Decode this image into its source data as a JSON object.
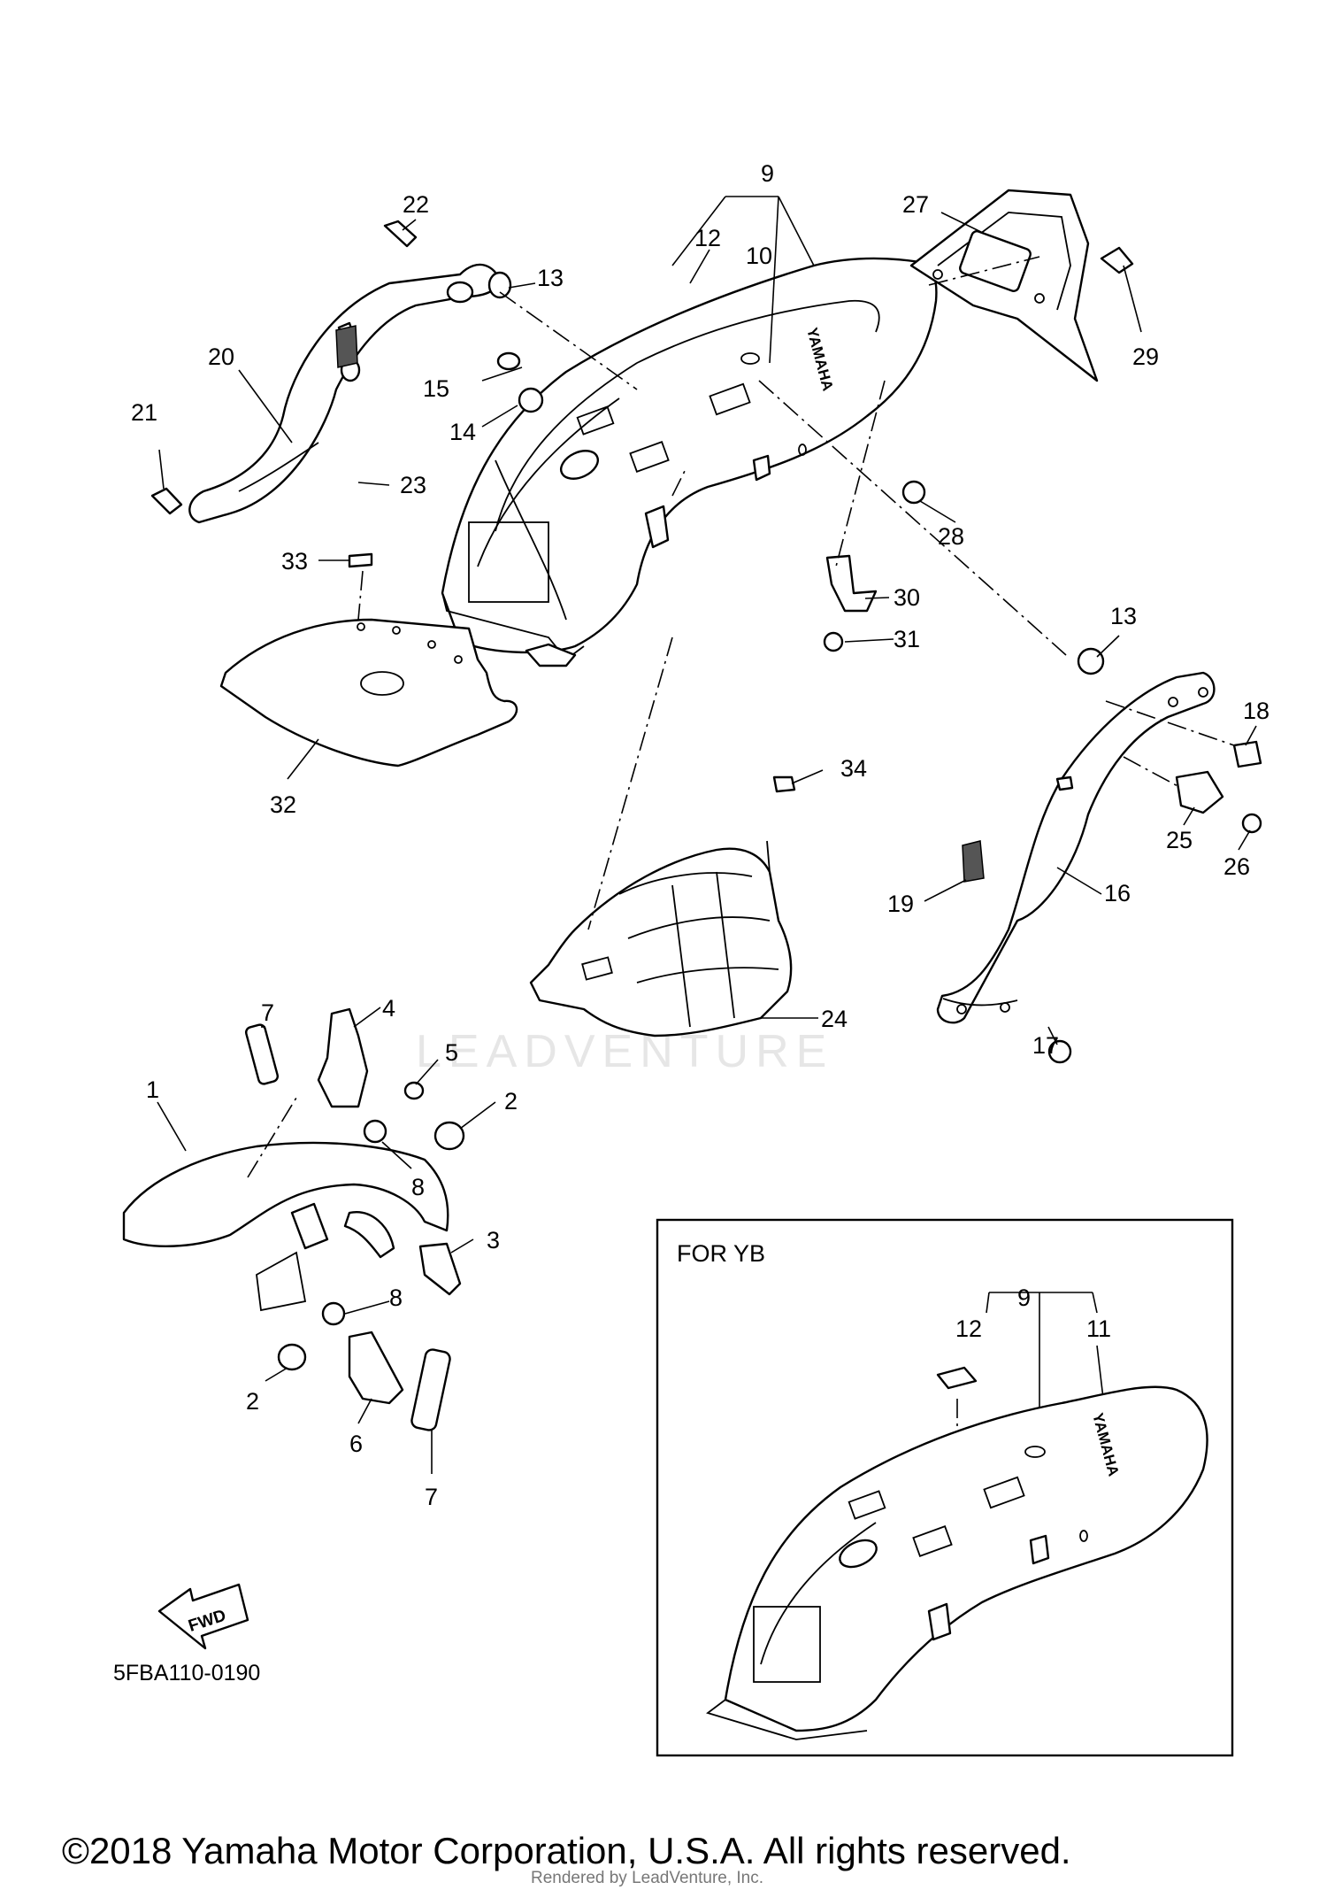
{
  "diagram": {
    "part_code": "5FBA110-0190",
    "watermark": "LEADVENTURE",
    "fwd_label": "FWD",
    "inset_title": "FOR YB",
    "brand_on_fender": "YAMAHA",
    "copyright": "©2018 Yamaha Motor Corporation, U.S.A. All rights reserved.",
    "rendered_by": "Rendered by LeadVenture, Inc.",
    "callouts": {
      "c1": "1",
      "c2a": "2",
      "c2b": "2",
      "c3": "3",
      "c4": "4",
      "c5": "5",
      "c6": "6",
      "c7a": "7",
      "c7b": "7",
      "c8a": "8",
      "c8b": "8",
      "c9": "9",
      "c10": "10",
      "c12": "12",
      "c13a": "13",
      "c13b": "13",
      "c14": "14",
      "c15": "15",
      "c16": "16",
      "c17": "17",
      "c18": "18",
      "c19": "19",
      "c20": "20",
      "c21": "21",
      "c22": "22",
      "c23": "23",
      "c24": "24",
      "c25": "25",
      "c26": "26",
      "c27": "27",
      "c28": "28",
      "c29": "29",
      "c30": "30",
      "c31": "31",
      "c32": "32",
      "c33": "33",
      "c34": "34",
      "i9": "9",
      "i11": "11",
      "i12": "12"
    }
  }
}
